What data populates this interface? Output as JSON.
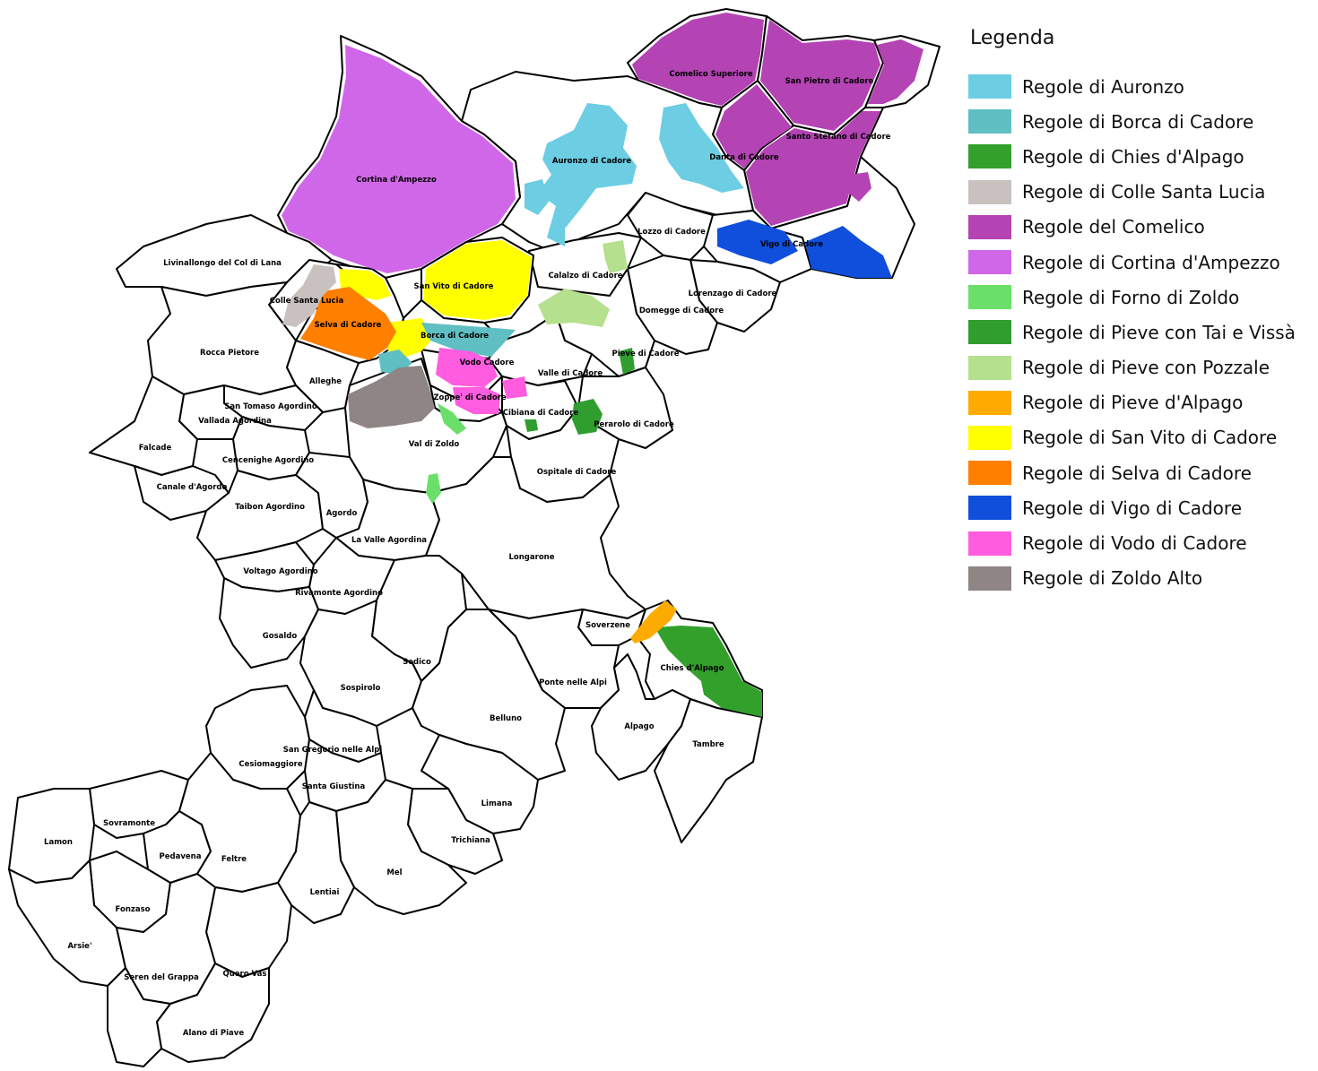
{
  "legend": {
    "title": "Legenda",
    "items": [
      {
        "label": "Regole di Auronzo",
        "color": "#6ccde3"
      },
      {
        "label": "Regole di Borca di Cadore",
        "color": "#5fbfc2"
      },
      {
        "label": "Regole di Chies d'Alpago",
        "color": "#33a02c"
      },
      {
        "label": "Regole di Colle Santa Lucia",
        "color": "#c9c0c0"
      },
      {
        "label": "Regole del Comelico",
        "color": "#b443b4"
      },
      {
        "label": "Regole di Cortina d'Ampezzo",
        "color": "#d067e8"
      },
      {
        "label": "Regole di Forno di Zoldo",
        "color": "#6ae06a"
      },
      {
        "label": "Regole di Pieve con Tai e Vissà",
        "color": "#2f9e2f"
      },
      {
        "label": "Regole di Pieve con Pozzale",
        "color": "#b5e08e"
      },
      {
        "label": "Regole di Pieve d'Alpago",
        "color": "#fdab00"
      },
      {
        "label": "Regole di San Vito di Cadore",
        "color": "#ffff00"
      },
      {
        "label": "Regole di Selva di Cadore",
        "color": "#ff7f00"
      },
      {
        "label": "Regole di Vigo di Cadore",
        "color": "#0f4fdc"
      },
      {
        "label": "Regole di Vodo di Cadore",
        "color": "#ff5ce0"
      },
      {
        "label": "Regole di Zoldo Alto",
        "color": "#8f8585"
      }
    ]
  },
  "municipalities": [
    "Comelico Superiore",
    "San Pietro di Cadore",
    "Santo Stefano di Cadore",
    "Danta di Cadore",
    "Auronzo di Cadore",
    "Cortina d'Ampezzo",
    "Lozzo di Cadore",
    "Vigo di Cadore",
    "Livinallongo del Col di Lana",
    "Calalzo di Cadore",
    "San Vito di Cadore",
    "Lorenzago di Cadore",
    "Colle Santa Lucia",
    "Domegge di Cadore",
    "Selva di Cadore",
    "Borca di Cadore",
    "Rocca Pietore",
    "Vodo Cadore",
    "Pieve di Cadore",
    "Valle di Cadore",
    "Alleghe",
    "Zoppe' di Cadore",
    "San Tomaso Agordino",
    "Vallada Agordina",
    "Cibiana di Cadore",
    "Perarolo di Cadore",
    "Falcade",
    "Val di Zoldo",
    "Cencenighe Agordino",
    "Canale d'Agordo",
    "Ospitale di Cadore",
    "Taibon Agordino",
    "Agordo",
    "La Valle Agordina",
    "Longarone",
    "Voltago Agordino",
    "Rivamonte Agordino",
    "Soverzene",
    "Gosaldo",
    "Chies d'Alpago",
    "Sedico",
    "Ponte nelle Alpi",
    "Sospirolo",
    "Belluno",
    "Alpago",
    "Tambre",
    "San Gregorio nelle Alpi",
    "Cesiomaggiore",
    "Santa Giustina",
    "Limana",
    "Sovramonte",
    "Lamon",
    "Trichiana",
    "Pedavena",
    "Feltre",
    "Mel",
    "Lentiai",
    "Fonzaso",
    "Arsie'",
    "Quero Vas",
    "Seren del Grappa",
    "Alano di Piave"
  ]
}
